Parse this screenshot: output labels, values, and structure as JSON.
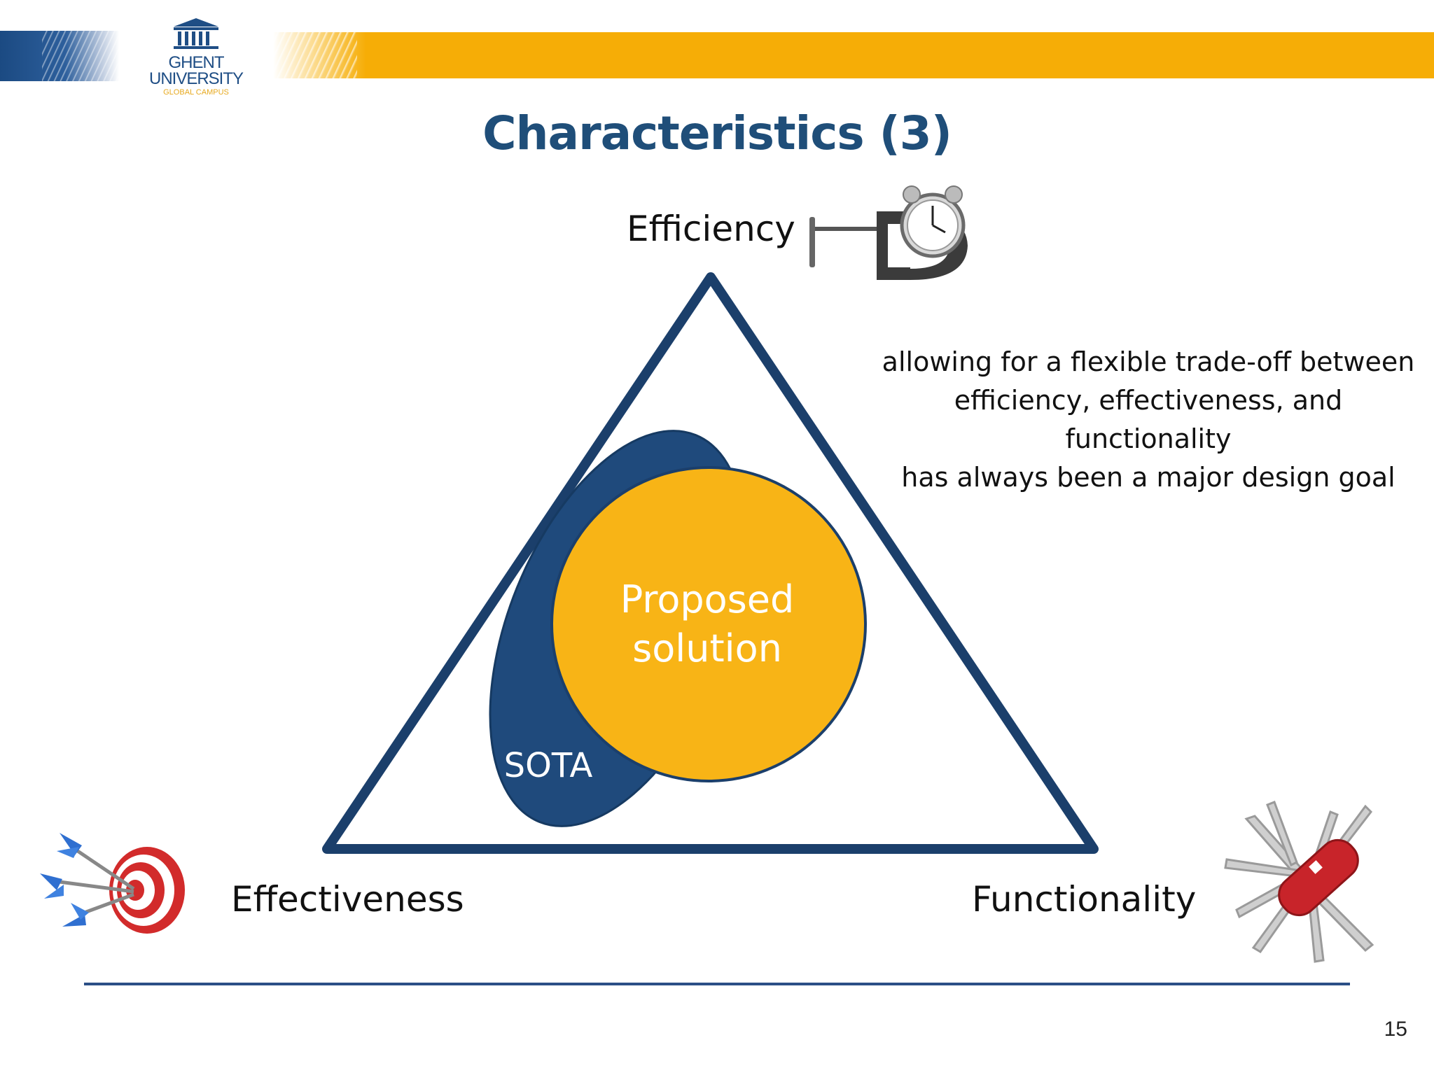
{
  "header": {
    "logo": {
      "line1": "GHENT",
      "line2": "UNIVERSITY",
      "line3": "GLOBAL CAMPUS"
    },
    "colors": {
      "blue": "#1f4e79",
      "gold": "#f6ad06"
    }
  },
  "title": "Characteristics (3)",
  "diagram": {
    "vertices": {
      "top": "Efficiency",
      "bottom_left": "Effectiveness",
      "bottom_right": "Functionality"
    },
    "sota_label": "SOTA",
    "proposed_label_line1": "Proposed",
    "proposed_label_line2": "solution",
    "colors": {
      "triangle": "#1b3f6b",
      "sota": "#1f4a7c",
      "proposed": "#f8b416"
    },
    "icons": {
      "efficiency": "clock-in-clamp-icon",
      "effectiveness": "dart-target-icon",
      "functionality": "swiss-army-knife-icon"
    }
  },
  "note": {
    "line1": "allowing for a flexible trade-off between",
    "line2": "efficiency, effectiveness, and functionality",
    "line3": "has always been a major design goal"
  },
  "footer": {
    "page_number": "15"
  }
}
